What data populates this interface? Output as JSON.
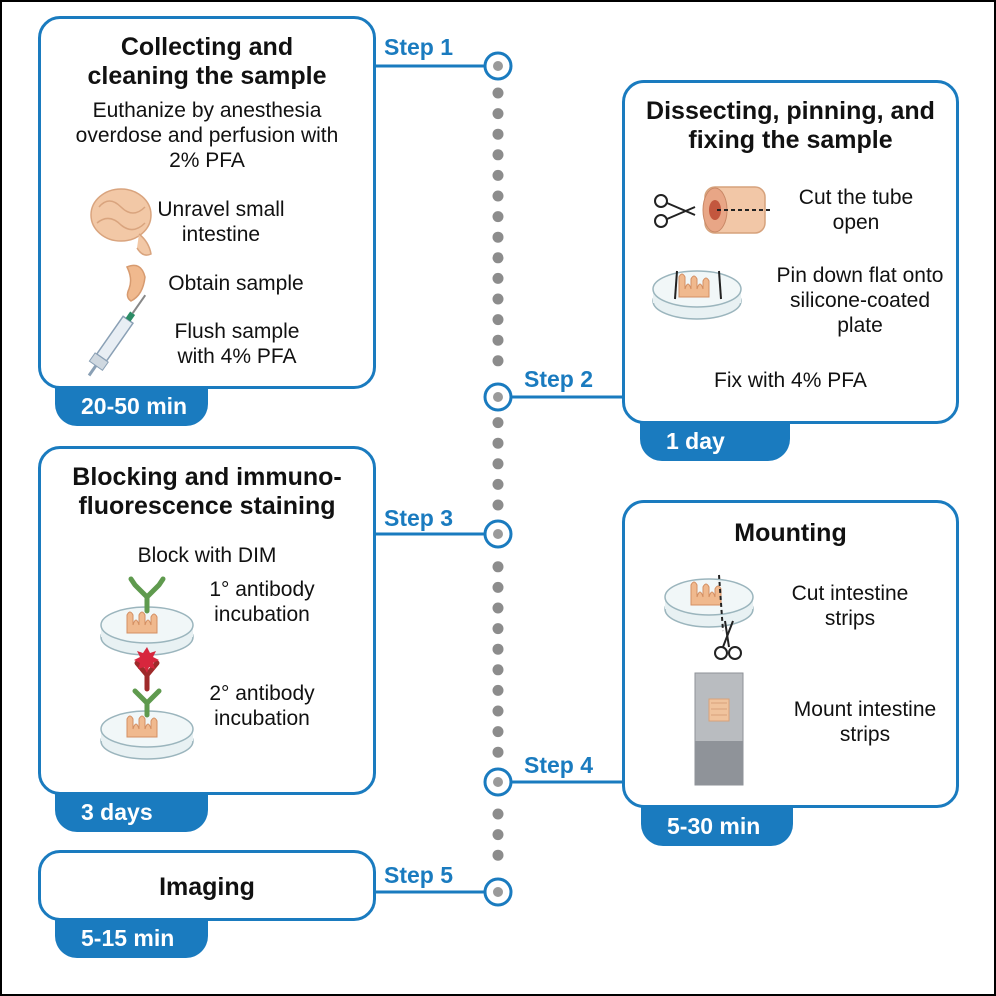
{
  "steps": [
    {
      "step_label": "Step 1",
      "title": "Collecting and cleaning the sample",
      "lines": [
        "Euthanize by anesthesia overdose and perfusion with 2% PFA",
        "Unravel small intestine",
        "Obtain sample",
        "Flush sample with 4% PFA"
      ],
      "duration": "20-50 min"
    },
    {
      "step_label": "Step 2",
      "title": "Dissecting, pinning, and fixing the sample",
      "lines": [
        "Cut the tube open",
        "Pin down flat onto silicone-coated plate",
        "Fix with 4% PFA"
      ],
      "duration": "1 day"
    },
    {
      "step_label": "Step 3",
      "title": "Blocking and immuno-fluorescence staining",
      "lines": [
        "Block with DIM",
        "1° antibody incubation",
        "2° antibody incubation"
      ],
      "duration": "3 days"
    },
    {
      "step_label": "Step 4",
      "title": "Mounting",
      "lines": [
        "Cut intestine strips",
        "Mount intestine strips"
      ],
      "duration": "5-30 min"
    },
    {
      "step_label": "Step 5",
      "title": "Imaging",
      "lines": [],
      "duration": "5-15 min"
    }
  ],
  "colors": {
    "accent": "#1a7bbf",
    "dots": "#8c8c8c"
  }
}
